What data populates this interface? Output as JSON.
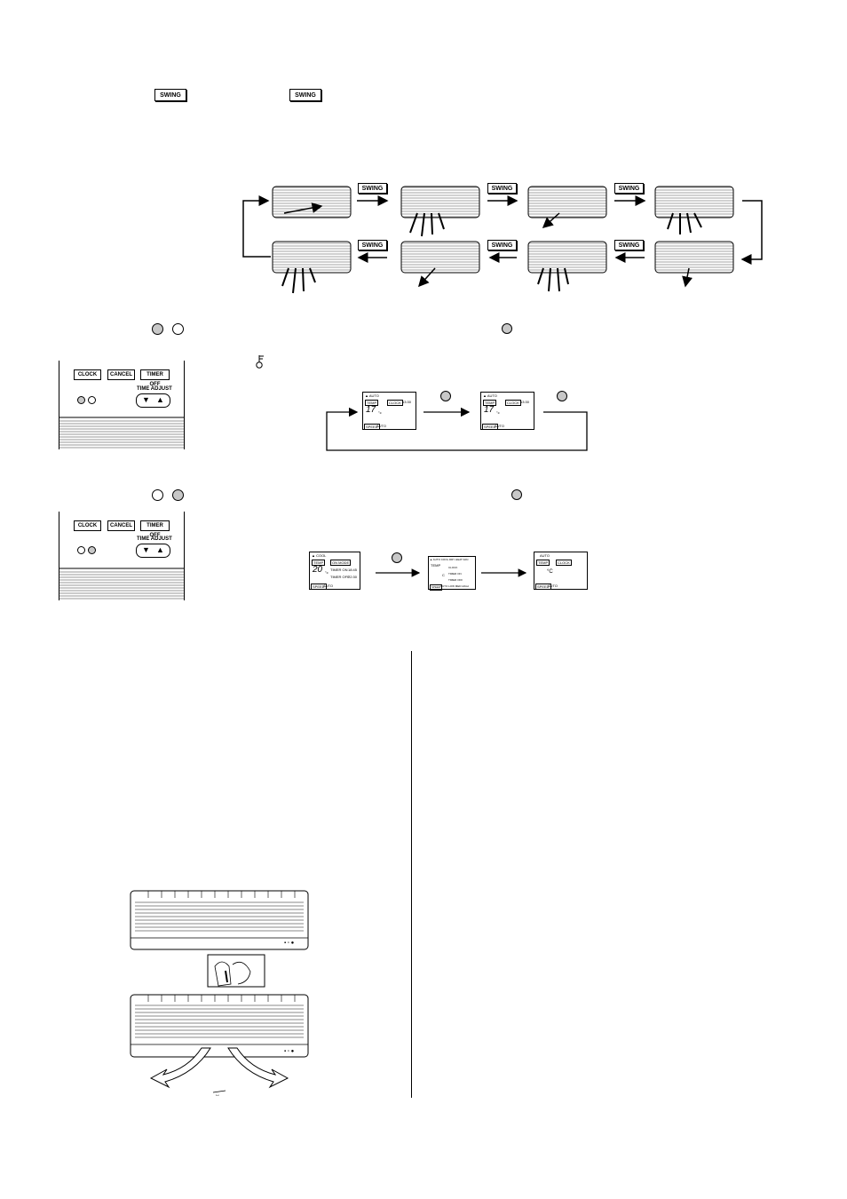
{
  "swing_button_label": "SWING",
  "swing_sequence": {
    "button_label": "SWING"
  },
  "remote": {
    "clock_label": "CLOCK",
    "cancel_label": "CANCEL",
    "timer_off_label": "TIMER OFF",
    "time_adjust_label": "TIME ADJUST",
    "down_arrow": "▼",
    "up_arrow": "▲"
  },
  "lcd_top": {
    "screen1": {
      "mode": "▲ AUTO",
      "temp_tag": "TEMP",
      "temp": "17",
      "unit": "°c",
      "clock_tag": "CLOCK",
      "time": "13:30",
      "speed_tag": "SPEED",
      "speed": "AUTO"
    },
    "screen2": {
      "mode": "▲ AUTO",
      "temp_tag": "TEMP",
      "temp": "17",
      "unit": "°c",
      "clock_tag": "CLOCK",
      "time": "13:30",
      "speed_tag": "SPEED",
      "speed": "AUTO"
    }
  },
  "lcd_bottom": {
    "screen1": {
      "mode": "▲ COOL",
      "temp_tag": "TEMP",
      "temp": "20",
      "unit": "°c",
      "on_mode": "ON MODE",
      "timer_on": "TIMER ON",
      "timer_on_time": "18:45",
      "timer_off": "TIMER OFF",
      "timer_off_time": "22:30",
      "speed_tag": "SPEED",
      "speed": "AUTO"
    },
    "screen2": {
      "mode": "▲ AUTO COOL DRY HEAT FAN",
      "temp_tag": "TEMP",
      "unit": "C",
      "clock": "CLOCK",
      "timer_on": "TIMER ON",
      "timer_off": "TIMER OFF",
      "speed_tag": "SPEED",
      "speed": "AUTO LOW MED HIGH"
    },
    "screen3": {
      "mode": "AUTO",
      "temp_tag": "TEMP",
      "unit": "°C",
      "clock_tag": "CLOCK",
      "speed_tag": "SPEED",
      "speed": "AUTO"
    }
  }
}
